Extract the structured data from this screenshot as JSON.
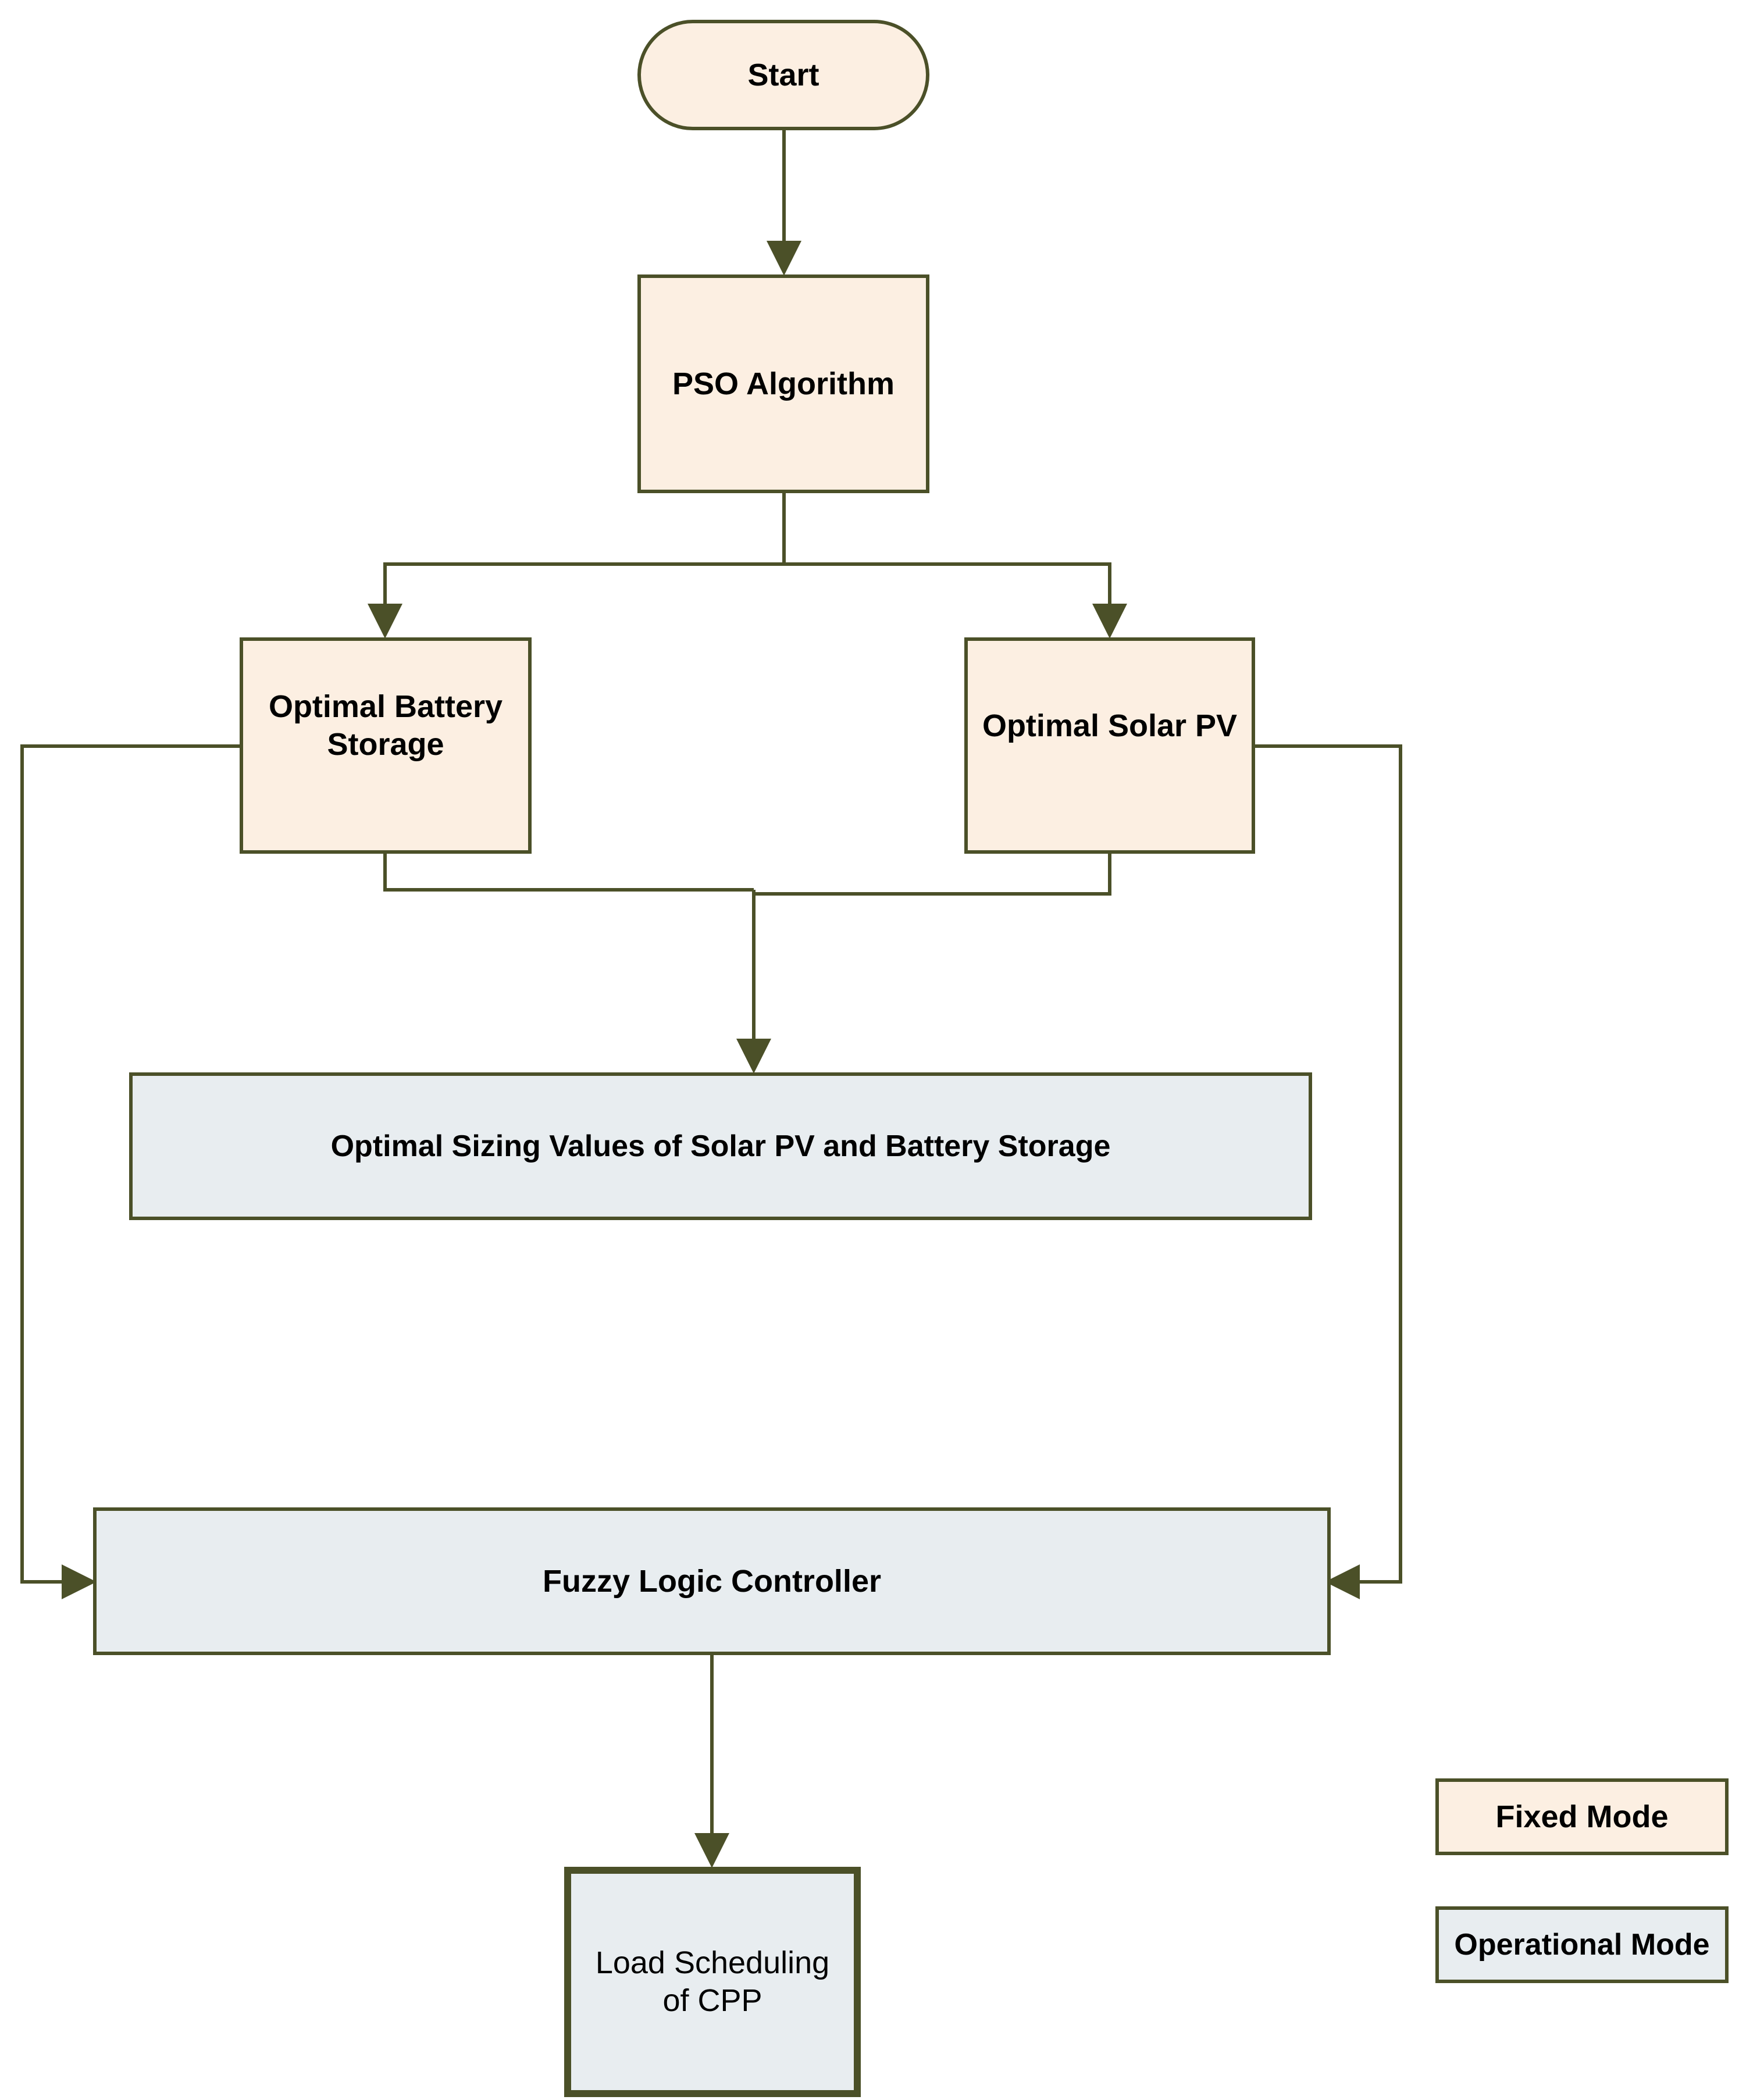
{
  "nodes": {
    "start": "Start",
    "pso": "PSO Algorithm",
    "battery_line1": "Optimal Battery",
    "battery_line2": "Storage",
    "solar": "Optimal Solar PV",
    "sizing": "Optimal Sizing Values of Solar PV and Battery Storage",
    "fuzzy": "Fuzzy Logic Controller",
    "load_line1": "Load Scheduling",
    "load_line2": "of CPP"
  },
  "legend": {
    "fixed": "Fixed Mode",
    "operational": "Operational Mode"
  },
  "colors": {
    "fixed_fill": "#fcefe2",
    "operational_fill": "#e8edf0",
    "stroke": "#4b5028"
  }
}
